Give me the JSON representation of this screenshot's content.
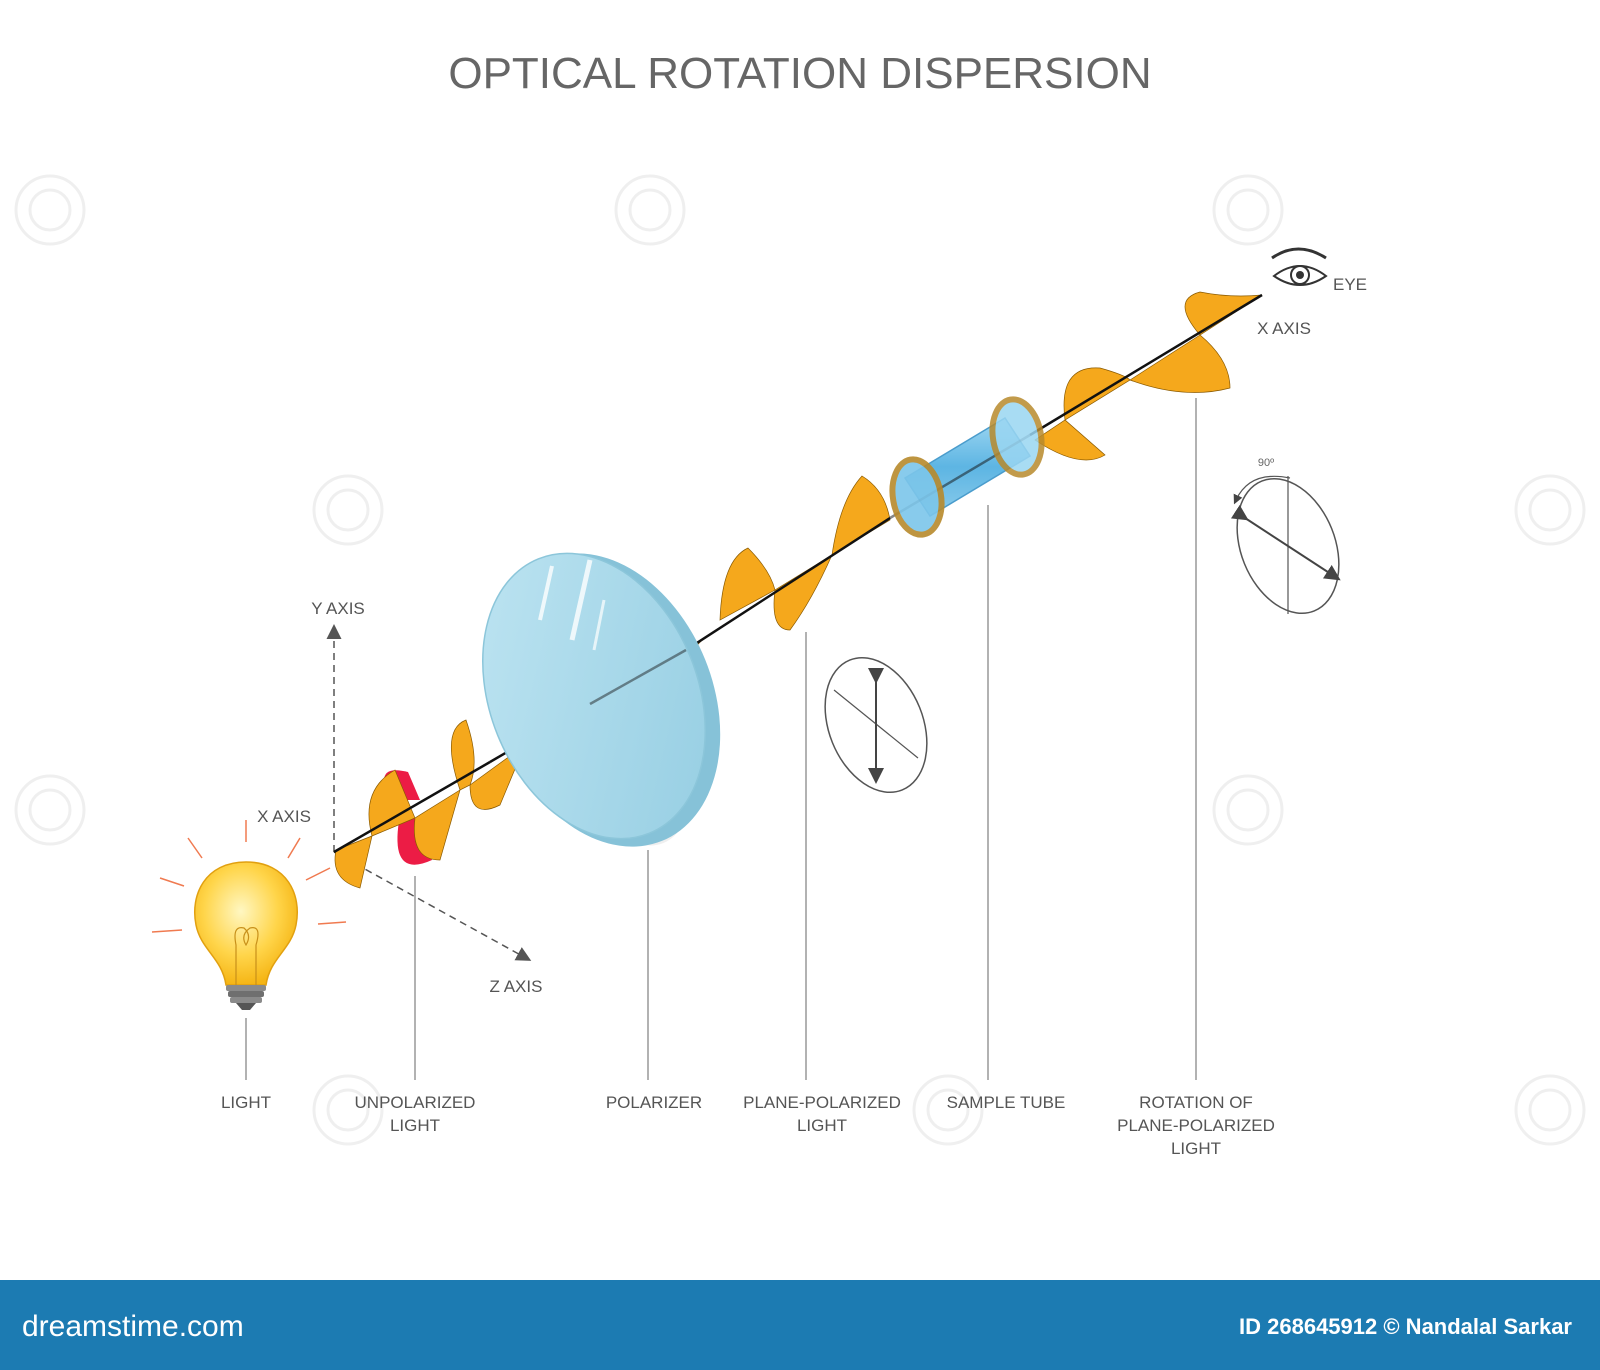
{
  "title": "OPTICAL ROTATION DISPERSION",
  "axes": {
    "y_axis": "Y AXIS",
    "x_axis": "X AXIS",
    "z_axis": "Z AXIS",
    "x_axis_end": "X AXIS"
  },
  "eye_label": "EYE",
  "angle_label": "90º",
  "callouts": {
    "light": "LIGHT",
    "unpolarized": [
      "UNPOLARIZED",
      "LIGHT"
    ],
    "polarizer": "POLARIZER",
    "plane_polarized": [
      "PLANE-POLARIZED",
      "LIGHT"
    ],
    "sample_tube": "SAMPLE TUBE",
    "rotation": [
      "ROTATION OF",
      "PLANE-POLARIZED",
      "LIGHT"
    ]
  },
  "colors": {
    "wave": "#f5a81c",
    "wave_red": "#ec1c45",
    "lens": "#a9d9ea",
    "tube": "#6cbde6",
    "ring": "#b88a2c",
    "footer": "#1c7bb2"
  },
  "footer": {
    "brand": "dreamstime.com",
    "id_text": "ID 268645912 © Nandalal Sarkar"
  }
}
